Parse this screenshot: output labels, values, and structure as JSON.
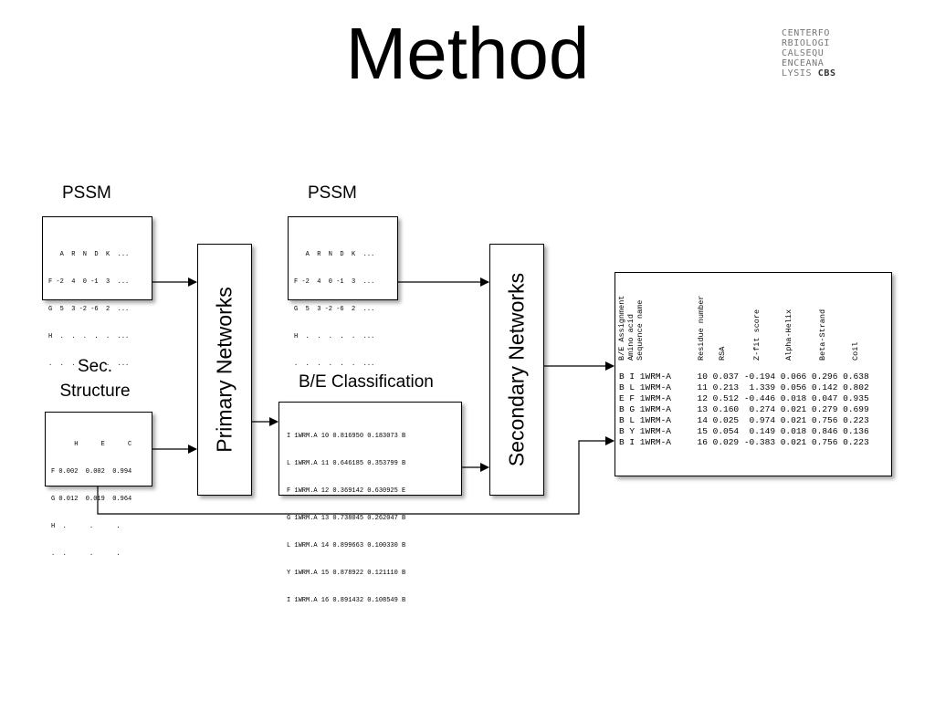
{
  "slide": {
    "title": "Method"
  },
  "logo": {
    "lines": [
      "CENTERFO",
      "RBIOLOGI",
      "CALSEQU",
      "ENCEANA"
    ],
    "last_prefix": "LYSIS",
    "last_strong": "CBS"
  },
  "pssm1": {
    "label": "PSSM",
    "rows": [
      "   A  R  N  D  K  ...",
      "F -2  4  0 -1  3  ...",
      "G  5  3 -2 -6  2  ...",
      "H  .  .  .  .  .  ...",
      ".  .  .  .  .  .  ..."
    ]
  },
  "pssm2": {
    "label": "PSSM",
    "rows": [
      "   A  R  N  D  K  ...",
      "F -2  4  0 -1  3  ...",
      "G  5  3 -2 -6  2  ...",
      "H  .  .  .  .  .  ...",
      ".  .  .  .  .  .  ..."
    ]
  },
  "sec_structure": {
    "label_line1": "Sec.",
    "label_line2": "Structure",
    "rows": [
      "      H      E      C",
      "F 0.002  0.002  0.994",
      "G 0.012  0.019  0.964",
      "H  .      .      .",
      ".  .      .      ."
    ]
  },
  "primary_networks": {
    "label": "Primary Networks"
  },
  "secondary_networks": {
    "label": "Secondary Networks"
  },
  "be_classification": {
    "label": "B/E Classification",
    "rows": [
      "I 1WRM.A 10 0.816950 0.183073 B",
      "L 1WRM.A 11 0.646185 0.353799 B",
      "F 1WRM.A 12 0.369142 0.630925 E",
      "G 1WRM.A 13 0.738045 0.262047 B",
      "L 1WRM.A 14 0.899663 0.100330 B",
      "Y 1WRM.A 15 0.878922 0.121110 B",
      "I 1WRM.A 16 0.891432 0.108549 B"
    ]
  },
  "output_table": {
    "headers": {
      "be_assignment": "B/E Assignment",
      "amino_acid": "Amino acid",
      "sequence_name": "Sequence name",
      "residue_number": "Residue number",
      "rsa": "RSA",
      "z_fit_score": "Z-fit score",
      "alpha_helix": "Alpha-Helix",
      "beta_strand": "Beta-Strand",
      "coil": "Coil"
    },
    "rows": [
      "B I 1WRM-A     10 0.037 -0.194 0.066 0.296 0.638",
      "B L 1WRM-A     11 0.213  1.339 0.056 0.142 0.802",
      "E F 1WRM-A     12 0.512 -0.446 0.018 0.047 0.935",
      "B G 1WRM-A     13 0.160  0.274 0.021 0.279 0.699",
      "B L 1WRM-A     14 0.025  0.974 0.021 0.756 0.223",
      "B Y 1WRM-A     15 0.054  0.149 0.018 0.846 0.136",
      "B I 1WRM-A     16 0.029 -0.383 0.021 0.756 0.223"
    ]
  }
}
